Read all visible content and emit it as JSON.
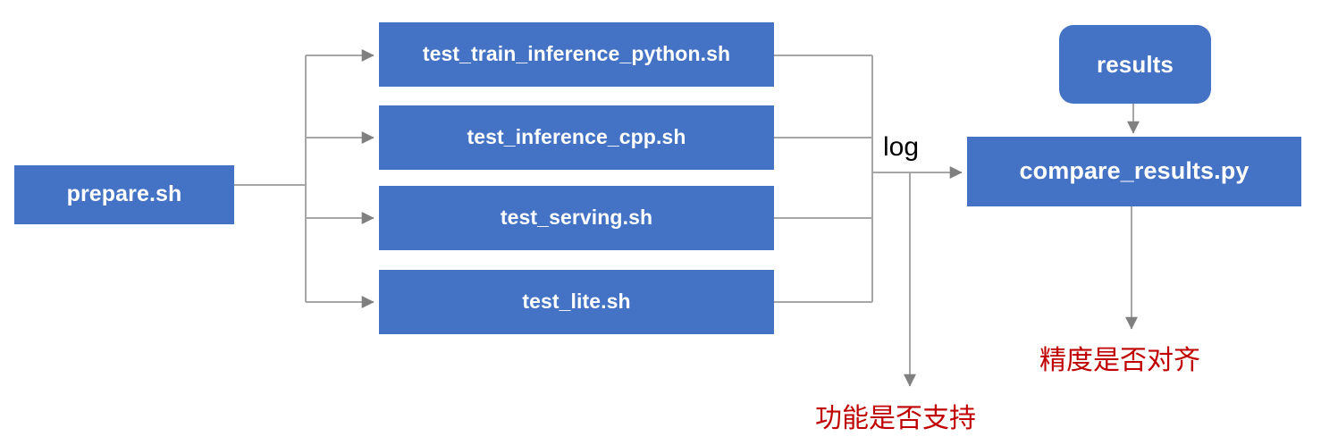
{
  "diagram": {
    "title": "PaddlePaddle TIPC test pipeline flow chart",
    "colors": {
      "node_fill": "#4472C4",
      "node_text": "#FFFFFF",
      "connector": "#A6A6A6",
      "annotation_red": "#C00000",
      "label_black": "#000000",
      "background": "#FFFFFF"
    },
    "nodes": [
      {
        "id": "prepare",
        "label": "prepare.sh",
        "shape": "rect"
      },
      {
        "id": "train",
        "label": "test_train_inference_python.sh",
        "shape": "rect"
      },
      {
        "id": "cpp",
        "label": "test_inference_cpp.sh",
        "shape": "rect"
      },
      {
        "id": "serving",
        "label": "test_serving.sh",
        "shape": "rect"
      },
      {
        "id": "lite",
        "label": "test_lite.sh",
        "shape": "rect"
      },
      {
        "id": "results",
        "label": "results",
        "shape": "rounded-rect"
      },
      {
        "id": "compare",
        "label": "compare_results.py",
        "shape": "rect"
      }
    ],
    "edge_labels": {
      "log": "log"
    },
    "annotations": [
      {
        "id": "function-supported",
        "label": "功能是否支持",
        "color": "#C00000"
      },
      {
        "id": "precision-aligned",
        "label": "精度是否对齐",
        "color": "#C00000"
      }
    ]
  }
}
